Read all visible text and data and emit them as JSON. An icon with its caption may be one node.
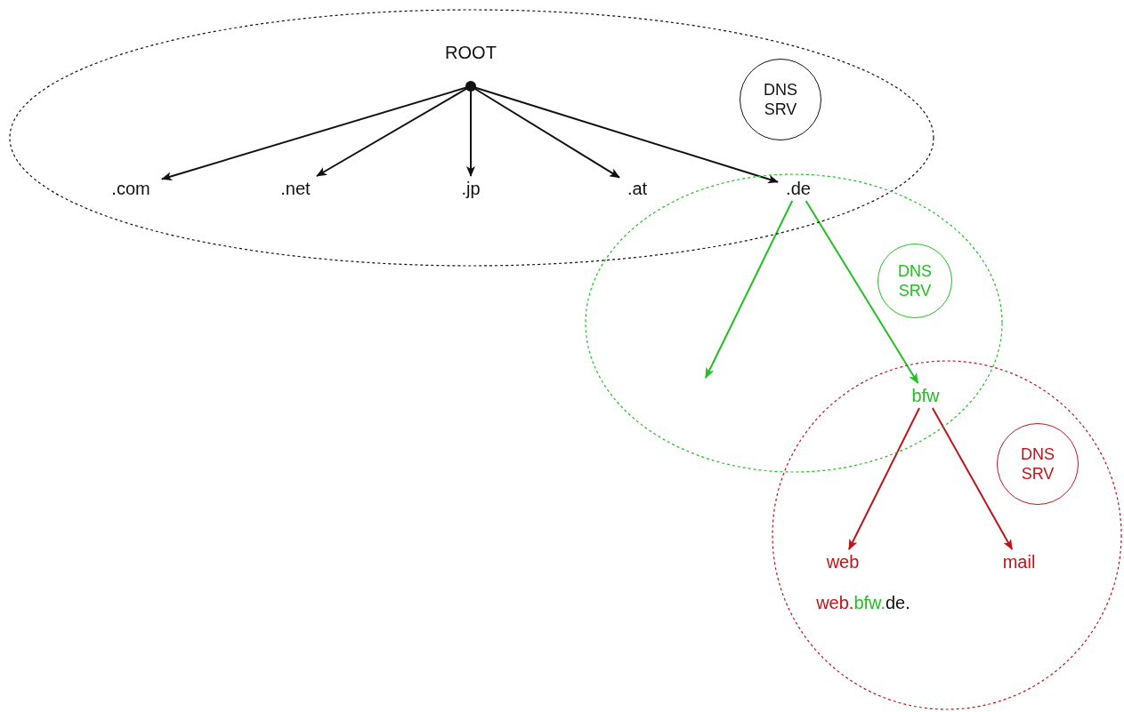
{
  "diagram": {
    "nodes": [
      {
        "text": [],
        "shape": "ellipse"
      },
      {
        "text": [
          "ROOT"
        ],
        "in": 0
      },
      {
        "text": [
          "DNS SRV"
        ],
        "in": 0
      },
      {
        "text": [
          ".com"
        ],
        "in": 0
      },
      {
        "text": [
          ".net"
        ],
        "in": 0
      },
      {
        "text": [
          ".jp"
        ],
        "in": 0
      },
      {
        "text": [
          ".at"
        ],
        "in": 0
      },
      {
        "text": [
          ".de"
        ]
      },
      {
        "text": [],
        "shape": "ellipse"
      },
      {
        "text": [
          "DNS SRV"
        ],
        "in": 8
      },
      {
        "text": [
          "bfw"
        ]
      },
      {
        "text": [],
        "shape": "circle"
      },
      {
        "text": [
          "DNS SRV"
        ],
        "in": 11
      },
      {
        "text": [
          "web"
        ],
        "in": 11
      },
      {
        "text": [
          "mail"
        ],
        "in": 11
      }
    ],
    "edges": [
      {
        "from": 1,
        "to": 3,
        "arrow": "to"
      },
      {
        "from": 1,
        "to": 4,
        "arrow": "to"
      },
      {
        "from": 1,
        "to": 5,
        "arrow": "to"
      },
      {
        "from": 1,
        "to": 6,
        "arrow": "to"
      },
      {
        "from": 1,
        "to": 7,
        "arrow": "to"
      },
      {
        "from": 7,
        "to": null,
        "arrow": "to",
        "color": "#22c022"
      },
      {
        "from": 7,
        "to": 10,
        "arrow": "to",
        "color": "#22c022"
      },
      {
        "from": 10,
        "to": 13,
        "arrow": "to",
        "color": "#c0141b"
      },
      {
        "from": 10,
        "to": 14,
        "arrow": "to",
        "color": "#c0141b"
      }
    ],
    "labels": [
      "web.bfw.de."
    ]
  }
}
